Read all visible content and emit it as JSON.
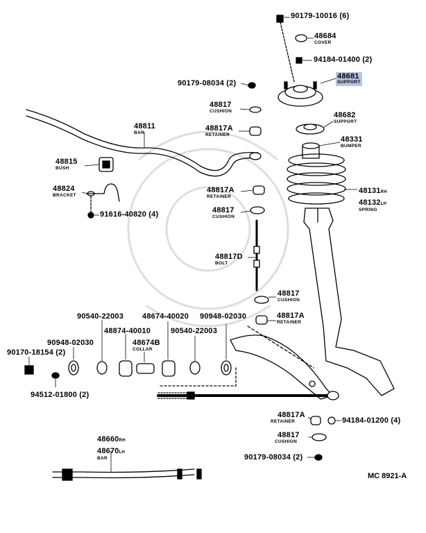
{
  "parts": {
    "p90179_10016": "90179-10016 (6)",
    "p48684": "48684",
    "p48684_name": "COVER",
    "p94184_01400": "94184-01400 (2)",
    "p48681": "48681",
    "p48681_name": "SUPPORT",
    "p90179_08034a": "90179-08034 (2)",
    "p48817a": "48817",
    "p48817a_name": "CUSHION",
    "p48682": "48682",
    "p48682_name": "SUPPORT",
    "p48811": "48811",
    "p48811_name": "BAR",
    "p48817Aa": "48817A",
    "p48817Aa_name": "RETAINER",
    "p48331": "48331",
    "p48331_name": "BUMPER",
    "p48815": "48815",
    "p48815_name": "BUSH",
    "p48824": "48824",
    "p48824_name": "BRACKET",
    "p48131": "48131",
    "p48131_side": "RH",
    "p48132": "48132",
    "p48132_side": "LH",
    "spring_name": "SPRING",
    "p48817Ab": "48817A",
    "p48817Ab_name": "RETAINER",
    "p91616_40820": "91616-40820 (4)",
    "p48817b": "48817",
    "p48817b_name": "CUSHION",
    "p48817D": "48817D",
    "p48817D_name": "BOLT",
    "p48817c": "48817",
    "p48817c_name": "CUSHION",
    "p48817Ac": "48817A",
    "p48817Ac_name": "RETAINER",
    "p90540_22003a": "90540-22003",
    "p48674_40020": "48674-40020",
    "p90948_02030b": "90948-02030",
    "p48874_40010": "48874-40010",
    "p90540_22003b": "90540-22003",
    "p90948_02030a": "90948-02030",
    "p48674B": "48674B",
    "p48674B_name": "COLLAR",
    "p90170_18154": "90170-18154 (2)",
    "p94512_01800": "94512-01800 (2)",
    "p48817Ad": "48817A",
    "p48817Ad_name": "RETAINER",
    "p94184_01200": "94184-01200 (4)",
    "p48817d": "48817",
    "p48817d_name": "CUSHION",
    "p48660": "48660",
    "p48660_side": "RH",
    "p48670": "48670",
    "p48670_side": "LH",
    "p48660_name": "BAR",
    "p90179_08034b": "90179-08034 (2)"
  },
  "diagram_code": "MC 8921-A",
  "colors": {
    "highlight": "#b8c3e0",
    "ink": "#000000",
    "watermark": "#dcdcdc"
  }
}
